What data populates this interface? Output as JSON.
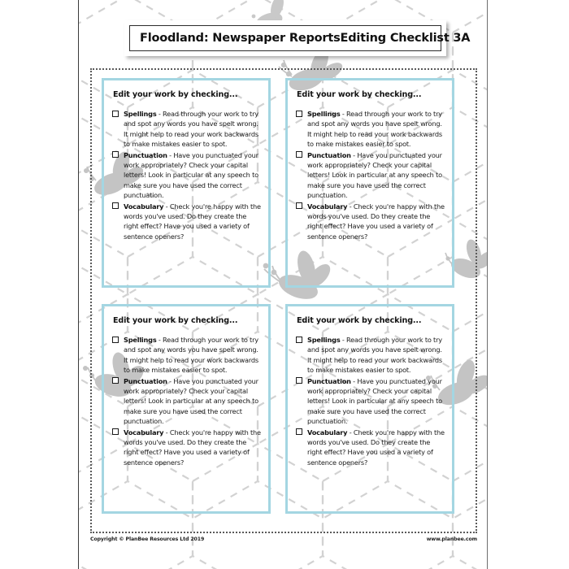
{
  "header": {
    "left_title": "Floodland: Newspaper Reports",
    "right_title": "Editing Checklist 3A"
  },
  "panel": {
    "heading": "Edit your work by checking...",
    "items": [
      {
        "term": "Spellings",
        "text": " - Read through your work to try and spot any words you have spelt wrong. It might help to read your work backwards to make mistakes easier to spot."
      },
      {
        "term": "Punctuation",
        "text": " - Have you punctuated your work appropriately? Check your capital letters! Look in particular at any speech to make sure you have used the correct punctuation."
      },
      {
        "term": "Vocabulary",
        "text": " - Check you're happy with the words you've used. Do they create the right effect? Have you used a variety of sentence openers?"
      }
    ]
  },
  "footer": {
    "copyright": "Copyright © PlanBee Resources Ltd 2019",
    "website": "www.planbee.com"
  },
  "colors": {
    "panel_border": "#a4d6e2",
    "watermark": "#c9c9c9",
    "page_edge": "#3a3a3a",
    "text": "#1a1a1a"
  }
}
